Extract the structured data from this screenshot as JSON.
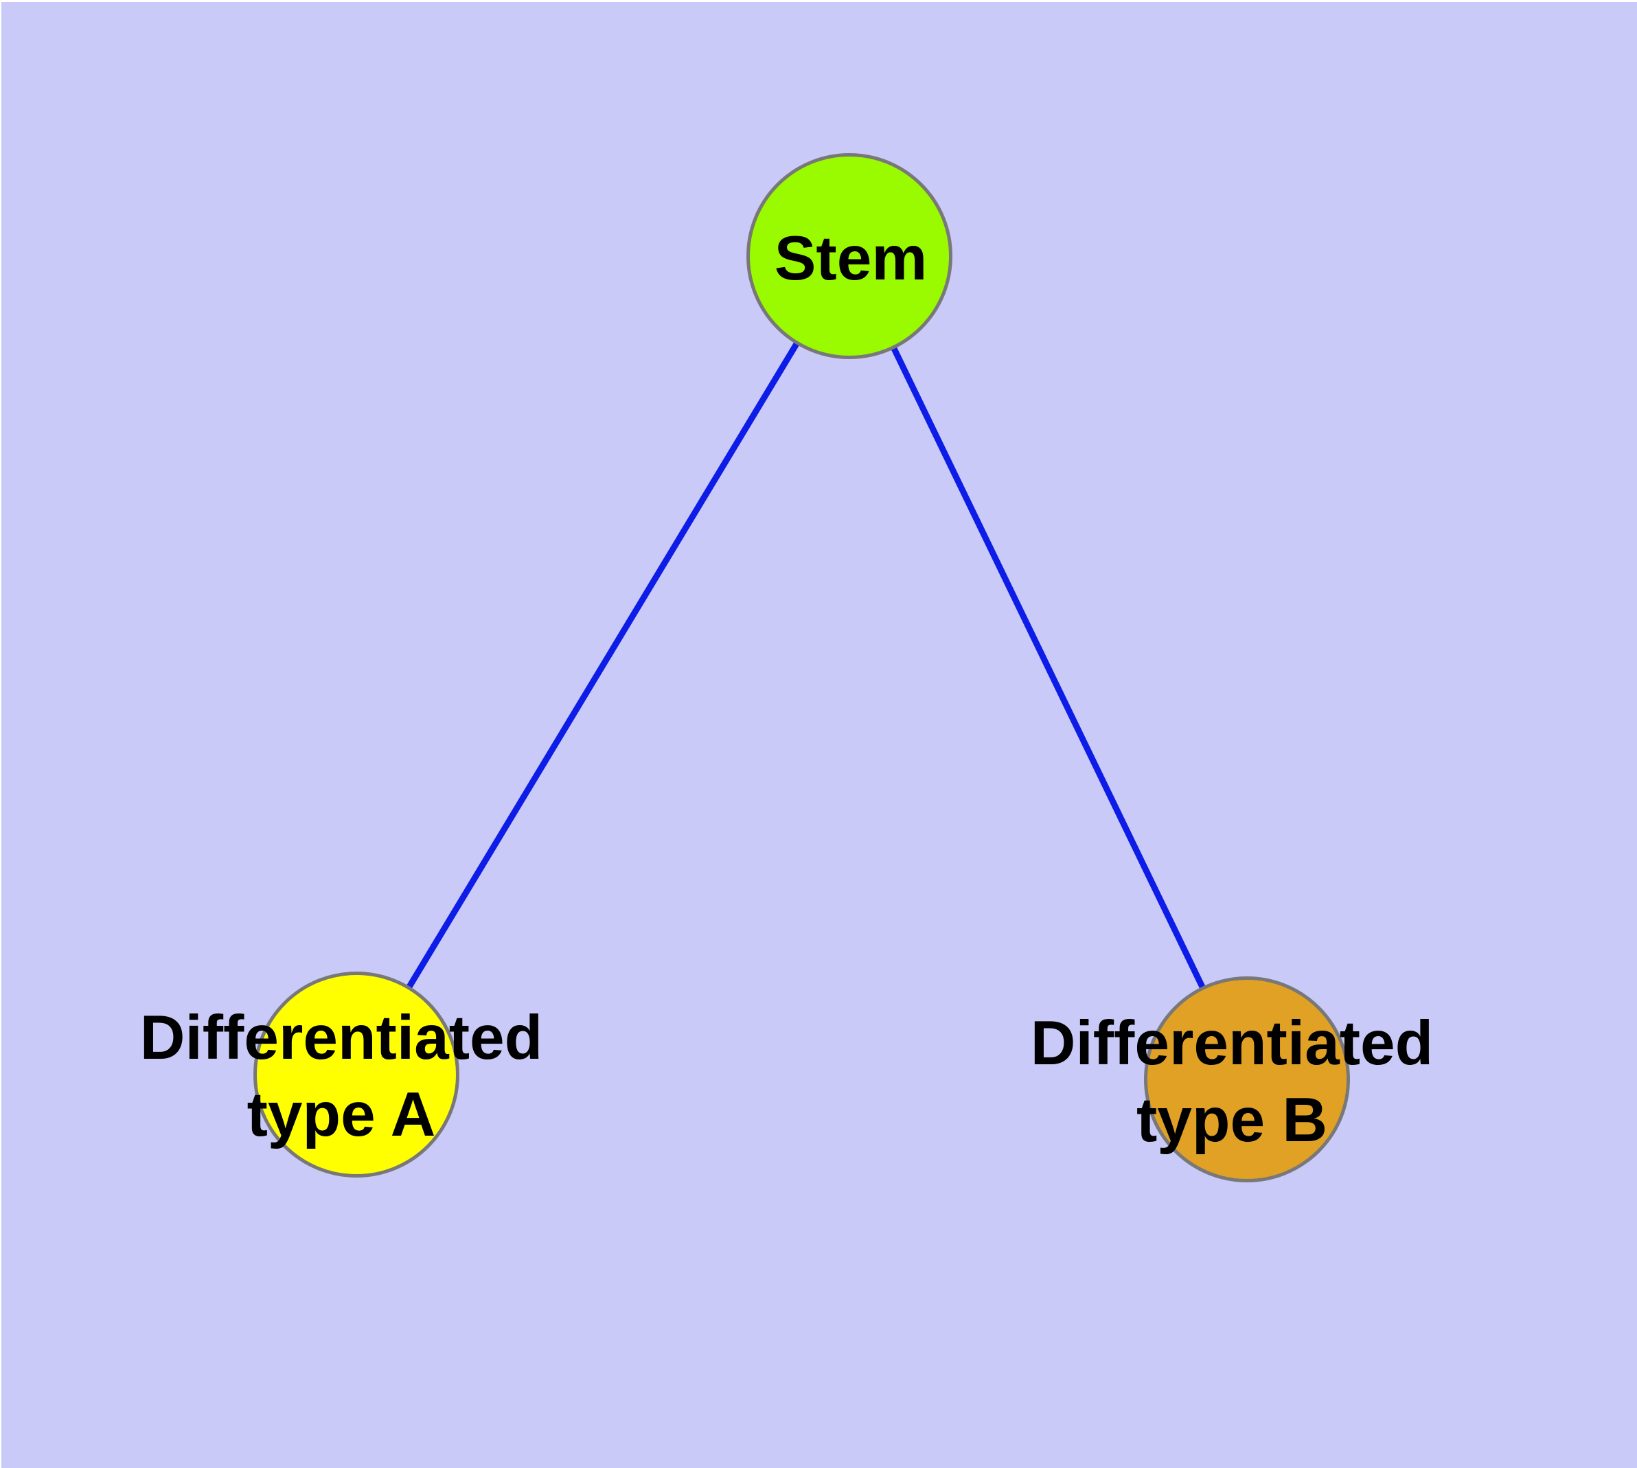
{
  "diagram": {
    "background_color": "#cacaf8",
    "frame_color": "#ffffff",
    "label_color": "#000000",
    "node_border_color": "#787878",
    "edge_color": "#0d1ce6",
    "nodes": {
      "stem": {
        "label": "Stem",
        "fill": "#9afa00"
      },
      "type_a": {
        "label_line1": "Differentiated",
        "label_line2": "type A",
        "fill": "#ffff00"
      },
      "type_b": {
        "label_line1": "Differentiated",
        "label_line2": "type B",
        "fill": "#e1a125"
      }
    },
    "edges": [
      {
        "from": "Stem",
        "to": "Differentiated type A"
      },
      {
        "from": "Stem",
        "to": "Differentiated type B"
      }
    ]
  }
}
